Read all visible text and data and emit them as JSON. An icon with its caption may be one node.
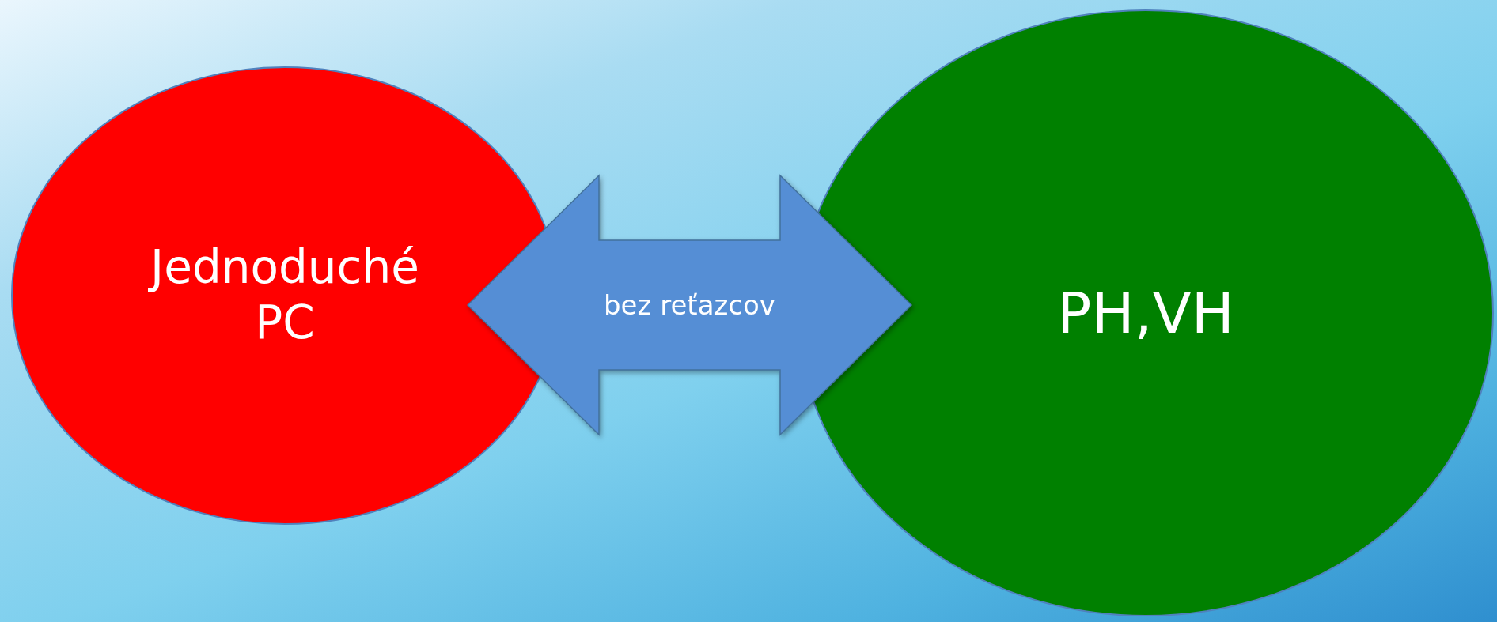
{
  "diagram": {
    "nodes": [
      {
        "text": [
          "Jednoduché PC"
        ]
      },
      {
        "text": [
          "PH,VH"
        ]
      }
    ],
    "edges": [
      {
        "from": 0,
        "to": 1,
        "arrow": "both",
        "label": "bez reťazcov",
        "color": "#558ed5"
      }
    ]
  }
}
